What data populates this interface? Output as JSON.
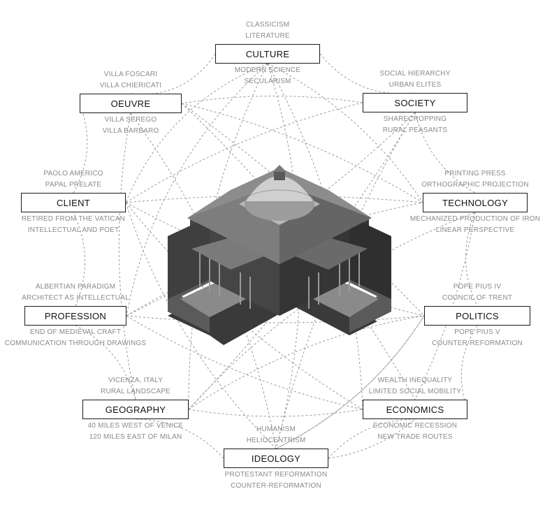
{
  "diagram": {
    "nodes": [
      {
        "id": "culture",
        "label": "CULTURE",
        "above": [
          "CLASSICISM",
          "LITERATURE"
        ],
        "below": [
          "MODERN SCIENCE",
          "SECULARISM"
        ]
      },
      {
        "id": "oeuvre",
        "label": "OEUVRE",
        "above": [
          "VILLA FOSCARI",
          "VILLA CHIERICATI"
        ],
        "below": [
          "VILLA SEREGO",
          "VILLA BARBARO"
        ]
      },
      {
        "id": "society",
        "label": "SOCIETY",
        "above": [
          "SOCIAL HIERARCHY",
          "URBAN ELITES"
        ],
        "below": [
          "SHARECROPPING",
          "RURAL PEASANTS"
        ]
      },
      {
        "id": "client",
        "label": "CLIENT",
        "above": [
          "PAOLO AMERICO",
          "PAPAL PRELATE"
        ],
        "below": [
          "RETIRED FROM THE VATICAN",
          "INTELLECTUAL AND POET"
        ]
      },
      {
        "id": "technology",
        "label": "TECHNOLOGY",
        "above": [
          "PRINTING PRESS",
          "ORTHOGRAPHIC PROJECTION"
        ],
        "below": [
          "MECHANIZED PRODUCTION OF IRON",
          "LINEAR PERSPECTIVE"
        ]
      },
      {
        "id": "profession",
        "label": "PROFESSION",
        "above": [
          "ALBERTIAN PARADIGM",
          "ARCHITECT AS INTELLECTUAL"
        ],
        "below": [
          "END OF MEDIEVAL CRAFT",
          "COMMUNICATION THROUGH DRAWINGS"
        ]
      },
      {
        "id": "politics",
        "label": "POLITICS",
        "above": [
          "POPE PIUS IV",
          "COUNCIL OF TRENT"
        ],
        "below": [
          "POPE PIUS V",
          "COUNTER-REFORMATION"
        ]
      },
      {
        "id": "geography",
        "label": "GEOGRAPHY",
        "above": [
          "VICENZA, ITALY",
          "RURAL LANDSCAPE"
        ],
        "below": [
          "40 MILES WEST OF VENICE",
          "120 MILES EAST OF MILAN"
        ]
      },
      {
        "id": "economics",
        "label": "ECONOMICS",
        "above": [
          "WEALTH INEQUALITY",
          "LIMITED SOCIAL MOBILITY"
        ],
        "below": [
          "ECONOMIC RECESSION",
          "NEW TRADE ROUTES"
        ]
      },
      {
        "id": "ideology",
        "label": "IDEOLOGY",
        "above": [
          "HUMANISM",
          "HELIOCENTRISM"
        ],
        "below": [
          "PROTESTANT REFORMATION",
          "COUNTER-REFORMATION"
        ]
      }
    ]
  },
  "colors": {
    "box_border": "#1a1a1a",
    "caption": "#8a8a8a",
    "connector": "#9a9a9a",
    "building_roof": "#6f6f6f",
    "building_wall": "#404040",
    "building_dark": "#2a2a2a",
    "dome": "#c4c4c4"
  }
}
